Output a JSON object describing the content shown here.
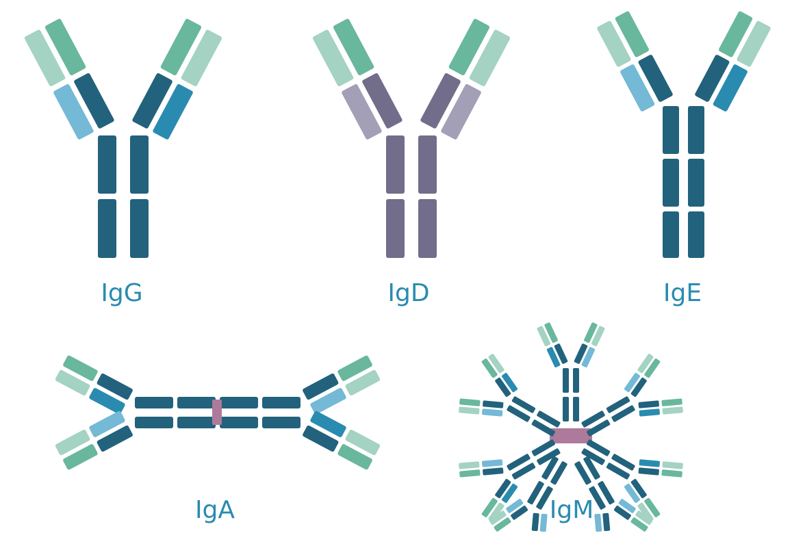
{
  "labels": {
    "igg": "IgG",
    "igd": "IgD",
    "ige": "IgE",
    "iga": "IgA",
    "igm": "IgM"
  },
  "colors": {
    "label": "#2a8bb0",
    "heavy_dark": "#22627c",
    "light_green": "#69b79c",
    "light_pale": "#a4d2c3",
    "light_blue": "#74b9d5",
    "blue_mid": "#2a8bb0",
    "igd_dark": "#726d8b",
    "igd_light": "#a29fb6",
    "joining_chain": "#ad7a9b"
  }
}
